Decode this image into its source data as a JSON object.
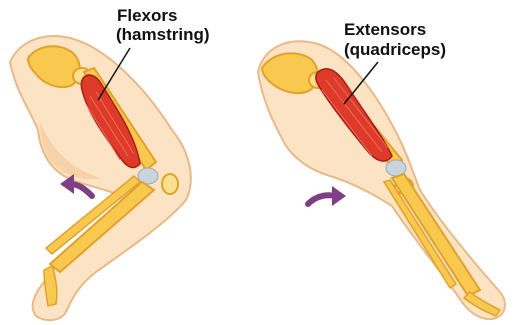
{
  "labels": {
    "flexors_title": "Flexors",
    "flexors_sub": "(hamstring)",
    "extensors_title": "Extensors",
    "extensors_sub": "(quadriceps)"
  },
  "colors": {
    "skin": "#fbe3c3",
    "skin_outline": "#e9b98a",
    "bone": "#f9c94f",
    "bone_outline": "#e1a22c",
    "muscle": "#dd3a2a",
    "muscle_outline": "#a81e14",
    "cartilage": "#c9d4dd",
    "arrow": "#7f3f86",
    "leader": "#111111"
  },
  "icons": {
    "left_arrow": "curved-arrow-up-left",
    "right_arrow": "curved-arrow-right"
  }
}
